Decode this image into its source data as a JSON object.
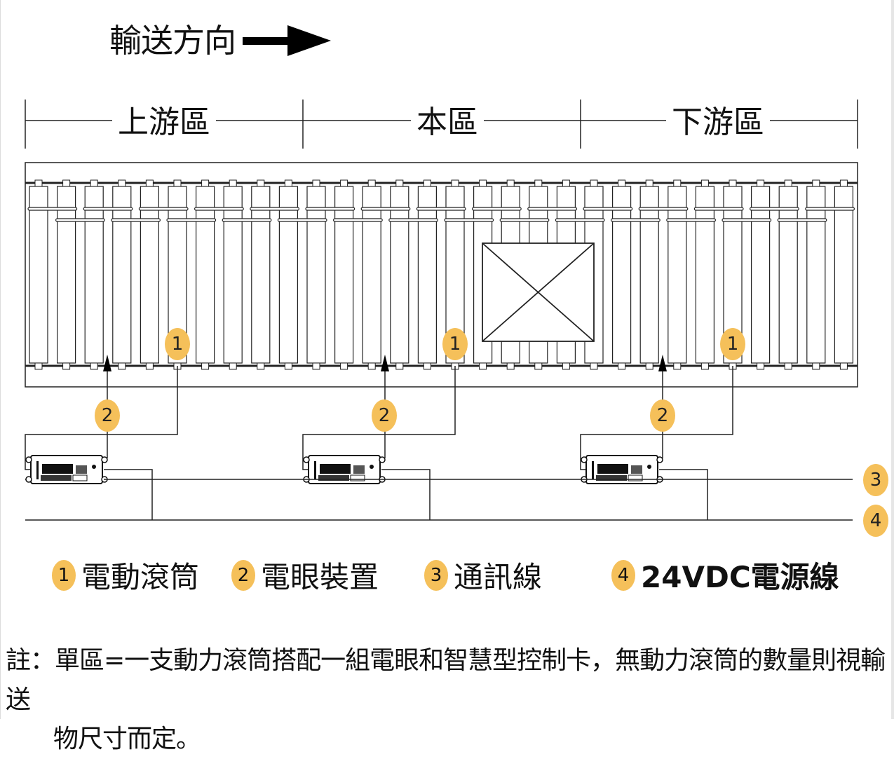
{
  "title": "輸送方向",
  "zones": [
    {
      "label": "上游區"
    },
    {
      "label": "本區"
    },
    {
      "label": "下游區"
    }
  ],
  "markers": {
    "motor_roller": "1",
    "photo_eye": "2",
    "comm_line": "3",
    "power_line": "4"
  },
  "legend": [
    {
      "number": "1",
      "label": "電動滾筒"
    },
    {
      "number": "2",
      "label": "電眼裝置"
    },
    {
      "number": "3",
      "label": "通訊線"
    },
    {
      "number": "4",
      "label": "24VDC電源線"
    }
  ],
  "note": {
    "line1": "註：單區=一支動力滾筒搭配一組電眼和智慧型控制卡，無動力滾筒的數量則視輸送",
    "line2": "物尺寸而定。"
  },
  "colors": {
    "marker": "#f5c05a",
    "line": "#1a1a1a"
  }
}
